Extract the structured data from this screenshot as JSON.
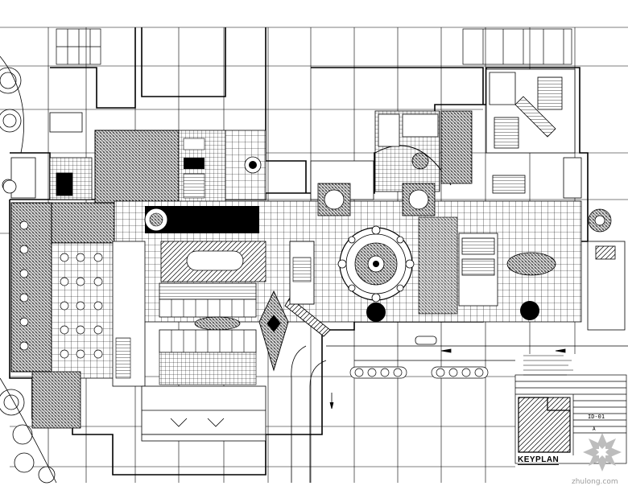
{
  "drawing": {
    "keyplan_label": "KEYPLAN",
    "sheet_number": "ID-01",
    "revision": "A"
  },
  "watermark": {
    "text": "zhulong.com"
  },
  "colors": {
    "line": "#000000",
    "hatch": "#000000",
    "paper": "#ffffff",
    "watermark": "#9c9c9c"
  }
}
